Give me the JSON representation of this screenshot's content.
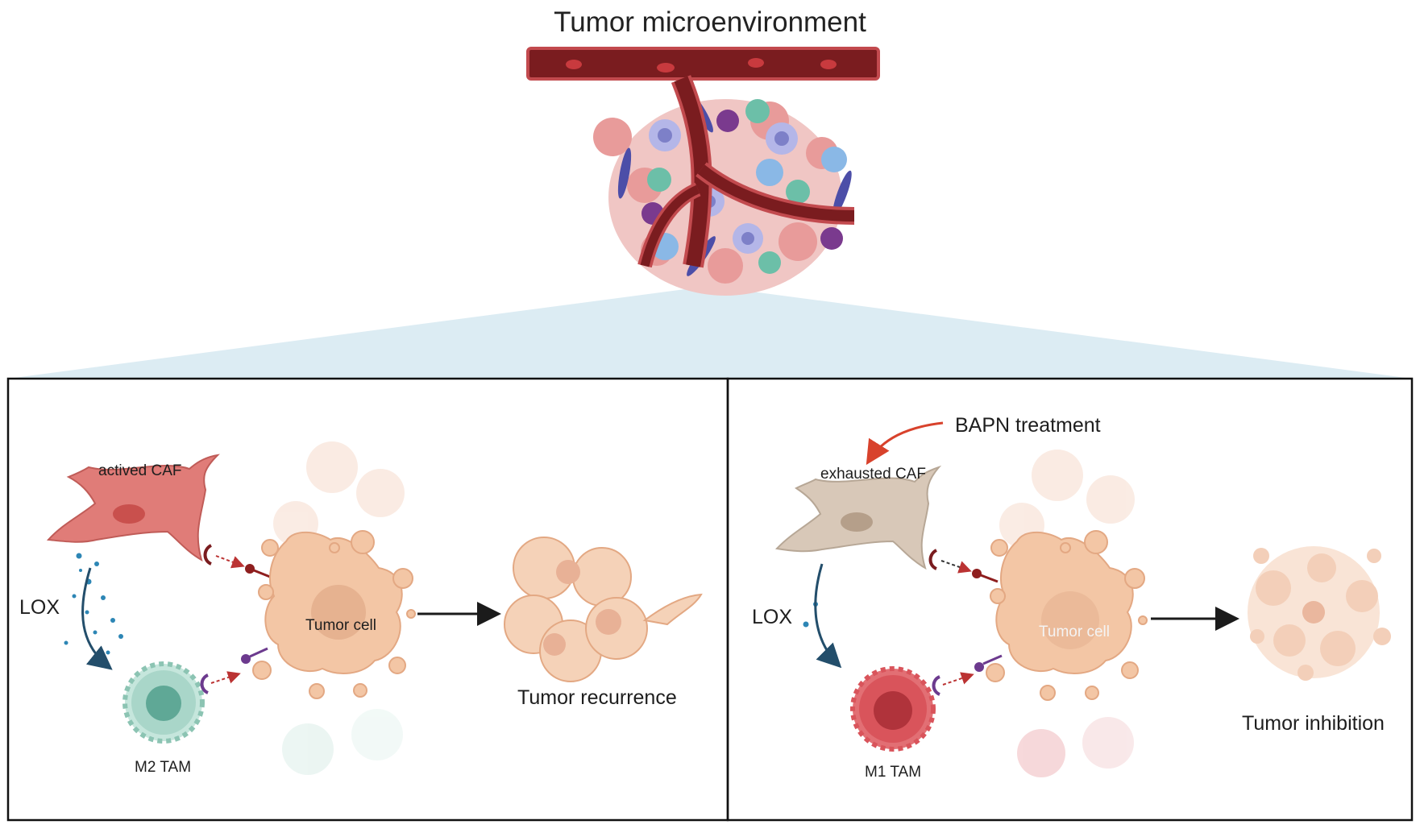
{
  "title": "Tumor microenvironment",
  "left_panel": {
    "caf_label": "actived CAF",
    "lox_label": "LOX",
    "tam_label": "M2 TAM",
    "tumor_cell_label": "Tumor cell",
    "outcome_label": "Tumor recurrence"
  },
  "right_panel": {
    "treatment_label": "BAPN treatment",
    "caf_label": "exhausted CAF",
    "lox_label": "LOX",
    "tam_label": "M1 TAM",
    "tumor_cell_label": "Tumor cell",
    "outcome_label": "Tumor inhibition"
  },
  "colors": {
    "vessel": "#7a1c1f",
    "vessel_edge": "#c24a4e",
    "caf_active": "#e07c78",
    "caf_exhausted": "#d8c8b8",
    "tumor_cell": "#f3c6a5",
    "m2_tam": "#a9d6c9",
    "m1_tam": "#d9545b",
    "fan": "#d6e9f1",
    "arrow": "#1b1b1b",
    "lox_dots": "#2d86b5"
  }
}
